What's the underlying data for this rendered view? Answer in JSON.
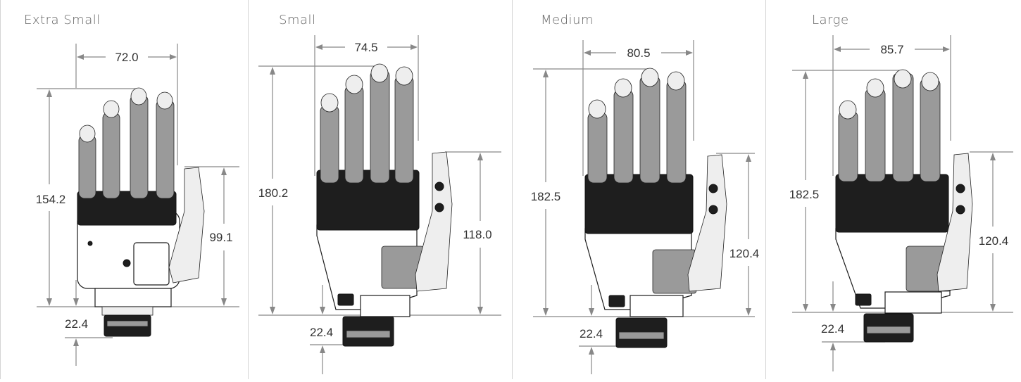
{
  "panels": [
    {
      "label": "Extra Small",
      "width": "72.0",
      "height": "154.2",
      "thumb_height": "99.1",
      "wrist": "22.4"
    },
    {
      "label": "Small",
      "width": "74.5",
      "height": "180.2",
      "thumb_height": "118.0",
      "wrist": "22.4"
    },
    {
      "label": "Medium",
      "width": "80.5",
      "height": "182.5",
      "thumb_height": "120.4",
      "wrist": "22.4"
    },
    {
      "label": "Large",
      "width": "85.7",
      "height": "182.5",
      "thumb_height": "120.4",
      "wrist": "22.4"
    }
  ]
}
